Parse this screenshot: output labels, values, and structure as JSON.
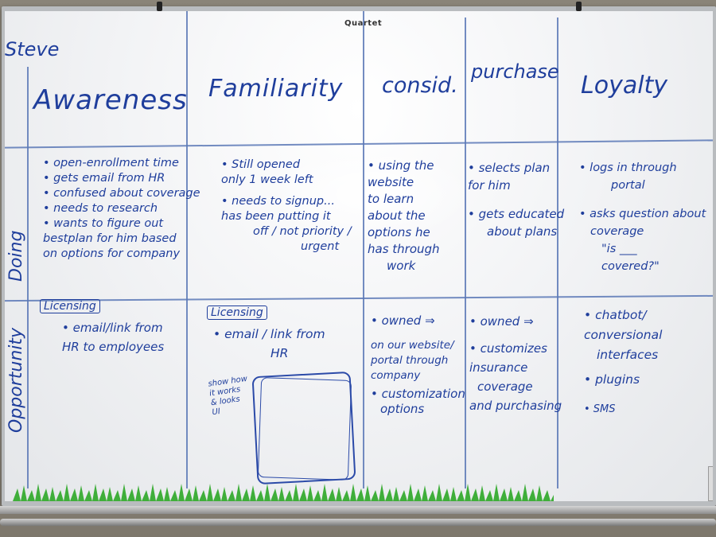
{
  "board": {
    "brand": "Quartet",
    "persona": "Steve",
    "columns": [
      {
        "heading": "Awareness"
      },
      {
        "heading": "Familiarity"
      },
      {
        "heading": "consid."
      },
      {
        "heading": "purchase"
      },
      {
        "heading": "Loyalty"
      }
    ],
    "rows": [
      {
        "label": "Doing"
      },
      {
        "label": "Opportunity"
      }
    ],
    "doing": {
      "awareness": [
        "• open-enrollment time",
        "• gets email from HR",
        "• confused about coverage",
        "• needs to research",
        "• wants to figure out",
        "bestplan for him based",
        "on options for company"
      ],
      "familiarity": [
        "• Still opened",
        "only 1 week left",
        "• needs to signup...",
        "has been putting it",
        "off / not priority /",
        "urgent"
      ],
      "consid": [
        "• using the",
        "website",
        "to learn",
        "about the",
        "options he",
        "has through",
        "work"
      ],
      "purchase": [
        "• selects plan",
        "for him",
        "• gets educated",
        "about plans"
      ],
      "loyalty": [
        "• logs in through",
        "portal",
        "• asks question about",
        "coverage",
        "\"is ___",
        "covered?\""
      ]
    },
    "opportunity": {
      "awareness_tag": "Licensing",
      "awareness": [
        "• email/link from",
        "HR to employees"
      ],
      "familiarity_tag": "Licensing",
      "familiarity": [
        "• email / link from",
        "HR"
      ],
      "familiarity_sketch_note": "show how it works & looks UI",
      "consid": [
        "• owned ⇒",
        "on our website/",
        "portal through",
        "company",
        "• customization",
        "options"
      ],
      "purchase": [
        "• owned ⇒",
        "• customizes",
        "insurance",
        "coverage",
        "and purchasing"
      ],
      "loyalty": [
        "• chatbot/",
        "conversional",
        "interfaces",
        "• plugins",
        "• SMS"
      ]
    },
    "colors": {
      "ink": "#1f3e9c",
      "grass": "#3fae3a",
      "board": "#f3f4f6"
    }
  }
}
